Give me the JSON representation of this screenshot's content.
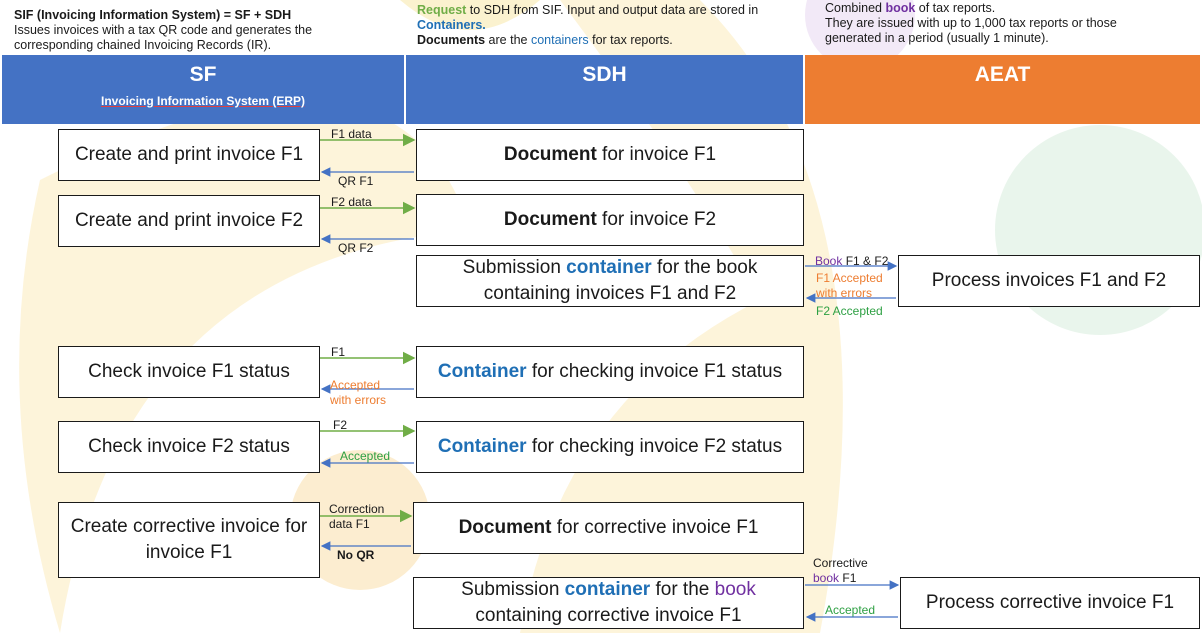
{
  "colors": {
    "sf_header": "#4472c4",
    "sdh_header": "#4472c4",
    "aeat_header": "#ed7d31",
    "green_arrow": "#70ad47",
    "blue_arrow": "#4472c4",
    "keyword_blue": "#1f6fb5",
    "purple": "#7030a0",
    "orange": "#ed7d31",
    "green": "#2ea043"
  },
  "notes": {
    "sf_title": "SIF (Invoicing Information System) = SF + SDH",
    "sf_desc": "Issues invoices with a tax QR code and generates the corresponding chained Invoicing Records (IR).",
    "sdh_request": "Request",
    "sdh_text1": " to SDH from SIF. Input and output data are stored in ",
    "sdh_containers": "Containers.",
    "sdh_documents": "Documents",
    "sdh_text2": " are the ",
    "sdh_containers2": "containers",
    "sdh_text3": " for tax reports.",
    "aeat_text1": "Combined ",
    "aeat_book": "book",
    "aeat_text2": " of tax reports.",
    "aeat_line2": "They are issued with up to 1,000 tax reports or those generated in a period (usually 1 minute)."
  },
  "headers": {
    "sf_title": "SF",
    "sf_sub": "Invoicing Information System (ERP)",
    "sdh_title": "SDH",
    "aeat_title": "AEAT"
  },
  "sf_boxes": {
    "f1": "Create and print invoice F1",
    "f2": "Create and print invoice F2",
    "check_f1": "Check invoice F1 status",
    "check_f2": "Check invoice F2 status",
    "corrective": "Create corrective invoice for invoice F1"
  },
  "sdh_boxes": {
    "doc_f1_bold": "Document",
    "doc_f1_rest": " for invoice F1",
    "doc_f2_bold": "Document",
    "doc_f2_rest": " for invoice F2",
    "sub_a": "Submission ",
    "sub_b": "container",
    "sub_c": " for the book containing invoices F1 and F2",
    "chk1_a": "Container",
    "chk1_b": " for checking invoice F1 status",
    "chk2_a": "Container",
    "chk2_b": " for checking invoice F2 status",
    "doc_corr_bold": "Document",
    "doc_corr_rest": " for corrective invoice F1",
    "subc_a": "Submission ",
    "subc_b": "container",
    "subc_c": " for the ",
    "subc_d": "book",
    "subc_e": " containing corrective invoice F1"
  },
  "aeat_boxes": {
    "process_f1f2": "Process invoices F1 and F2",
    "process_corr": "Process corrective invoice F1"
  },
  "labels": {
    "f1_data": "F1 data",
    "qr_f1": "QR F1",
    "f2_data": "F2 data",
    "qr_f2": "QR F2",
    "book_f1": "Book",
    "book_rest": " F1 & F2",
    "f1_accepted_errors": "F1 Accepted with errors",
    "f2_accepted": "F2 Accepted",
    "chk_f1": "F1",
    "accepted_errors": "Accepted with errors",
    "chk_f2": "F2",
    "accepted": "Accepted",
    "correction_data": "Correction data F1",
    "no_qr": "No QR",
    "corrective_book": "Corrective book F1",
    "accepted_corr": "Accepted"
  }
}
